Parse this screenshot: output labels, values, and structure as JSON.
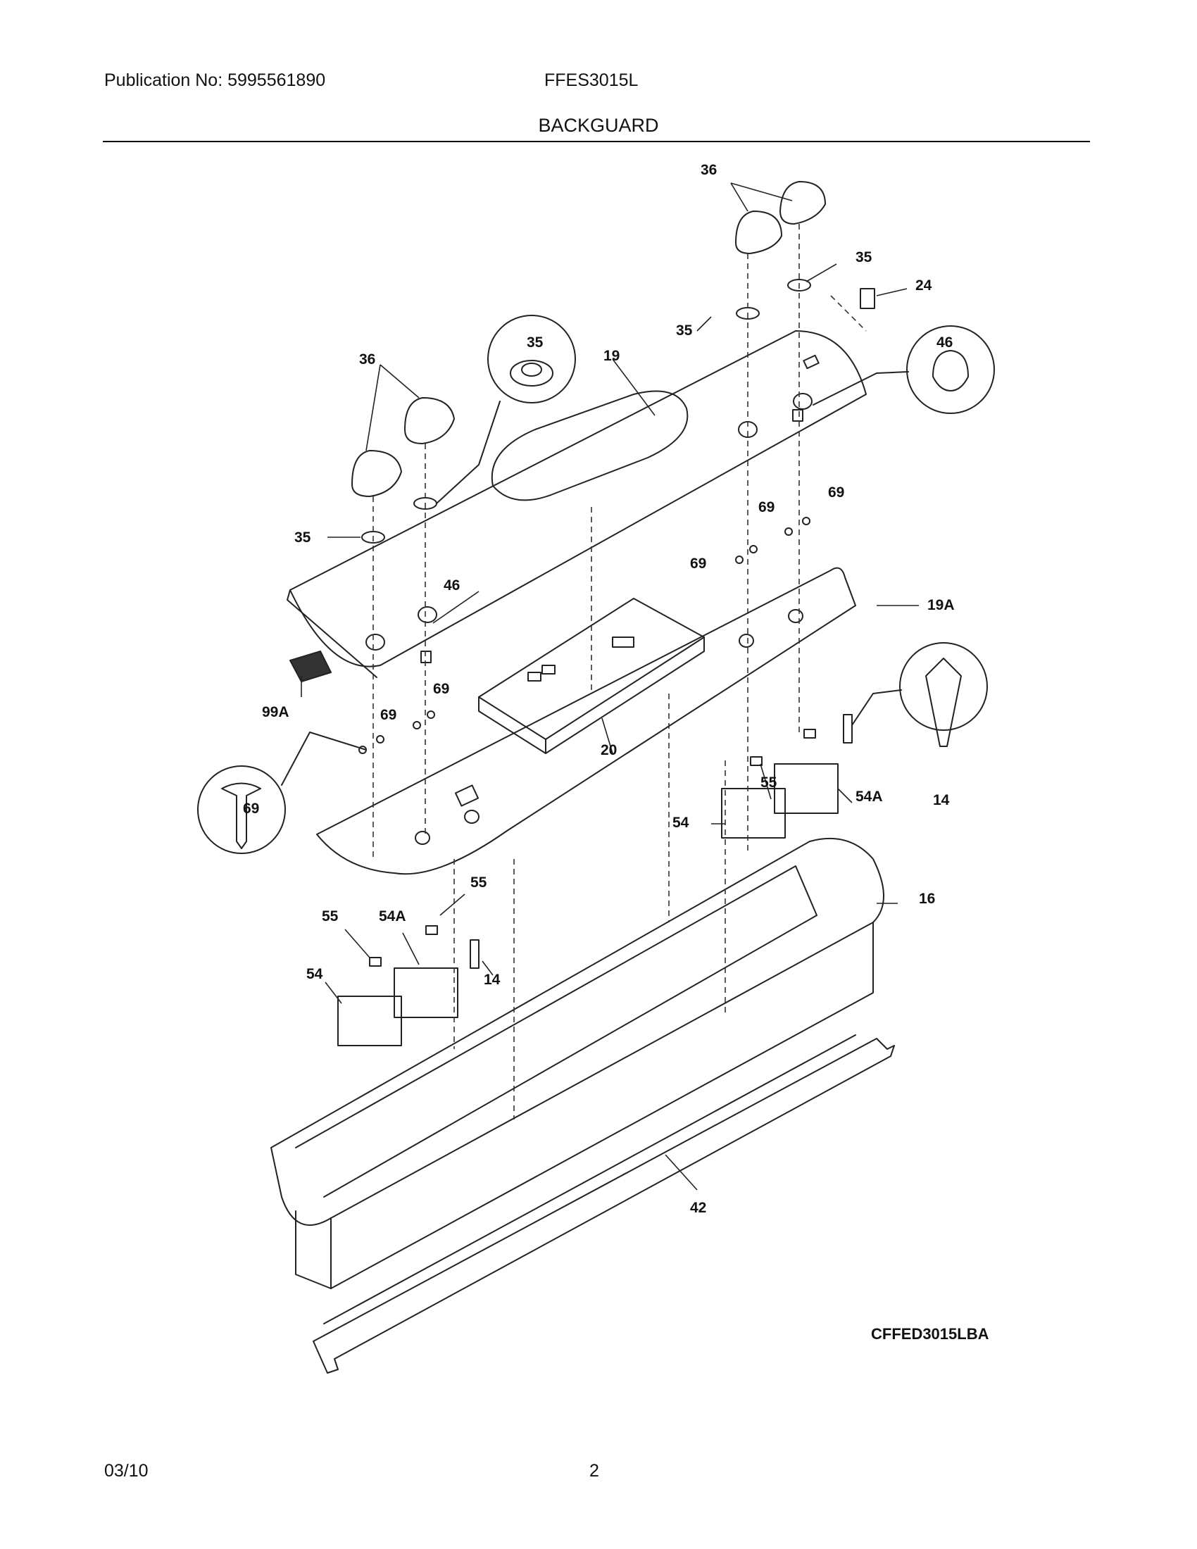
{
  "header": {
    "publication": "Publication No: 5995561890",
    "model": "FFES3015L",
    "section_title": "BACKGUARD"
  },
  "footer": {
    "date": "03/10",
    "page_number": "2"
  },
  "diagram": {
    "reference_code": "CFFED3015LBA",
    "part_labels": [
      "36",
      "35",
      "24",
      "46",
      "19",
      "35",
      "36",
      "35",
      "69",
      "35",
      "69",
      "69",
      "46",
      "19A",
      "99A",
      "69",
      "69",
      "20",
      "55",
      "14",
      "54A",
      "54",
      "69",
      "55",
      "55",
      "54A",
      "14",
      "54",
      "16",
      "42"
    ]
  }
}
